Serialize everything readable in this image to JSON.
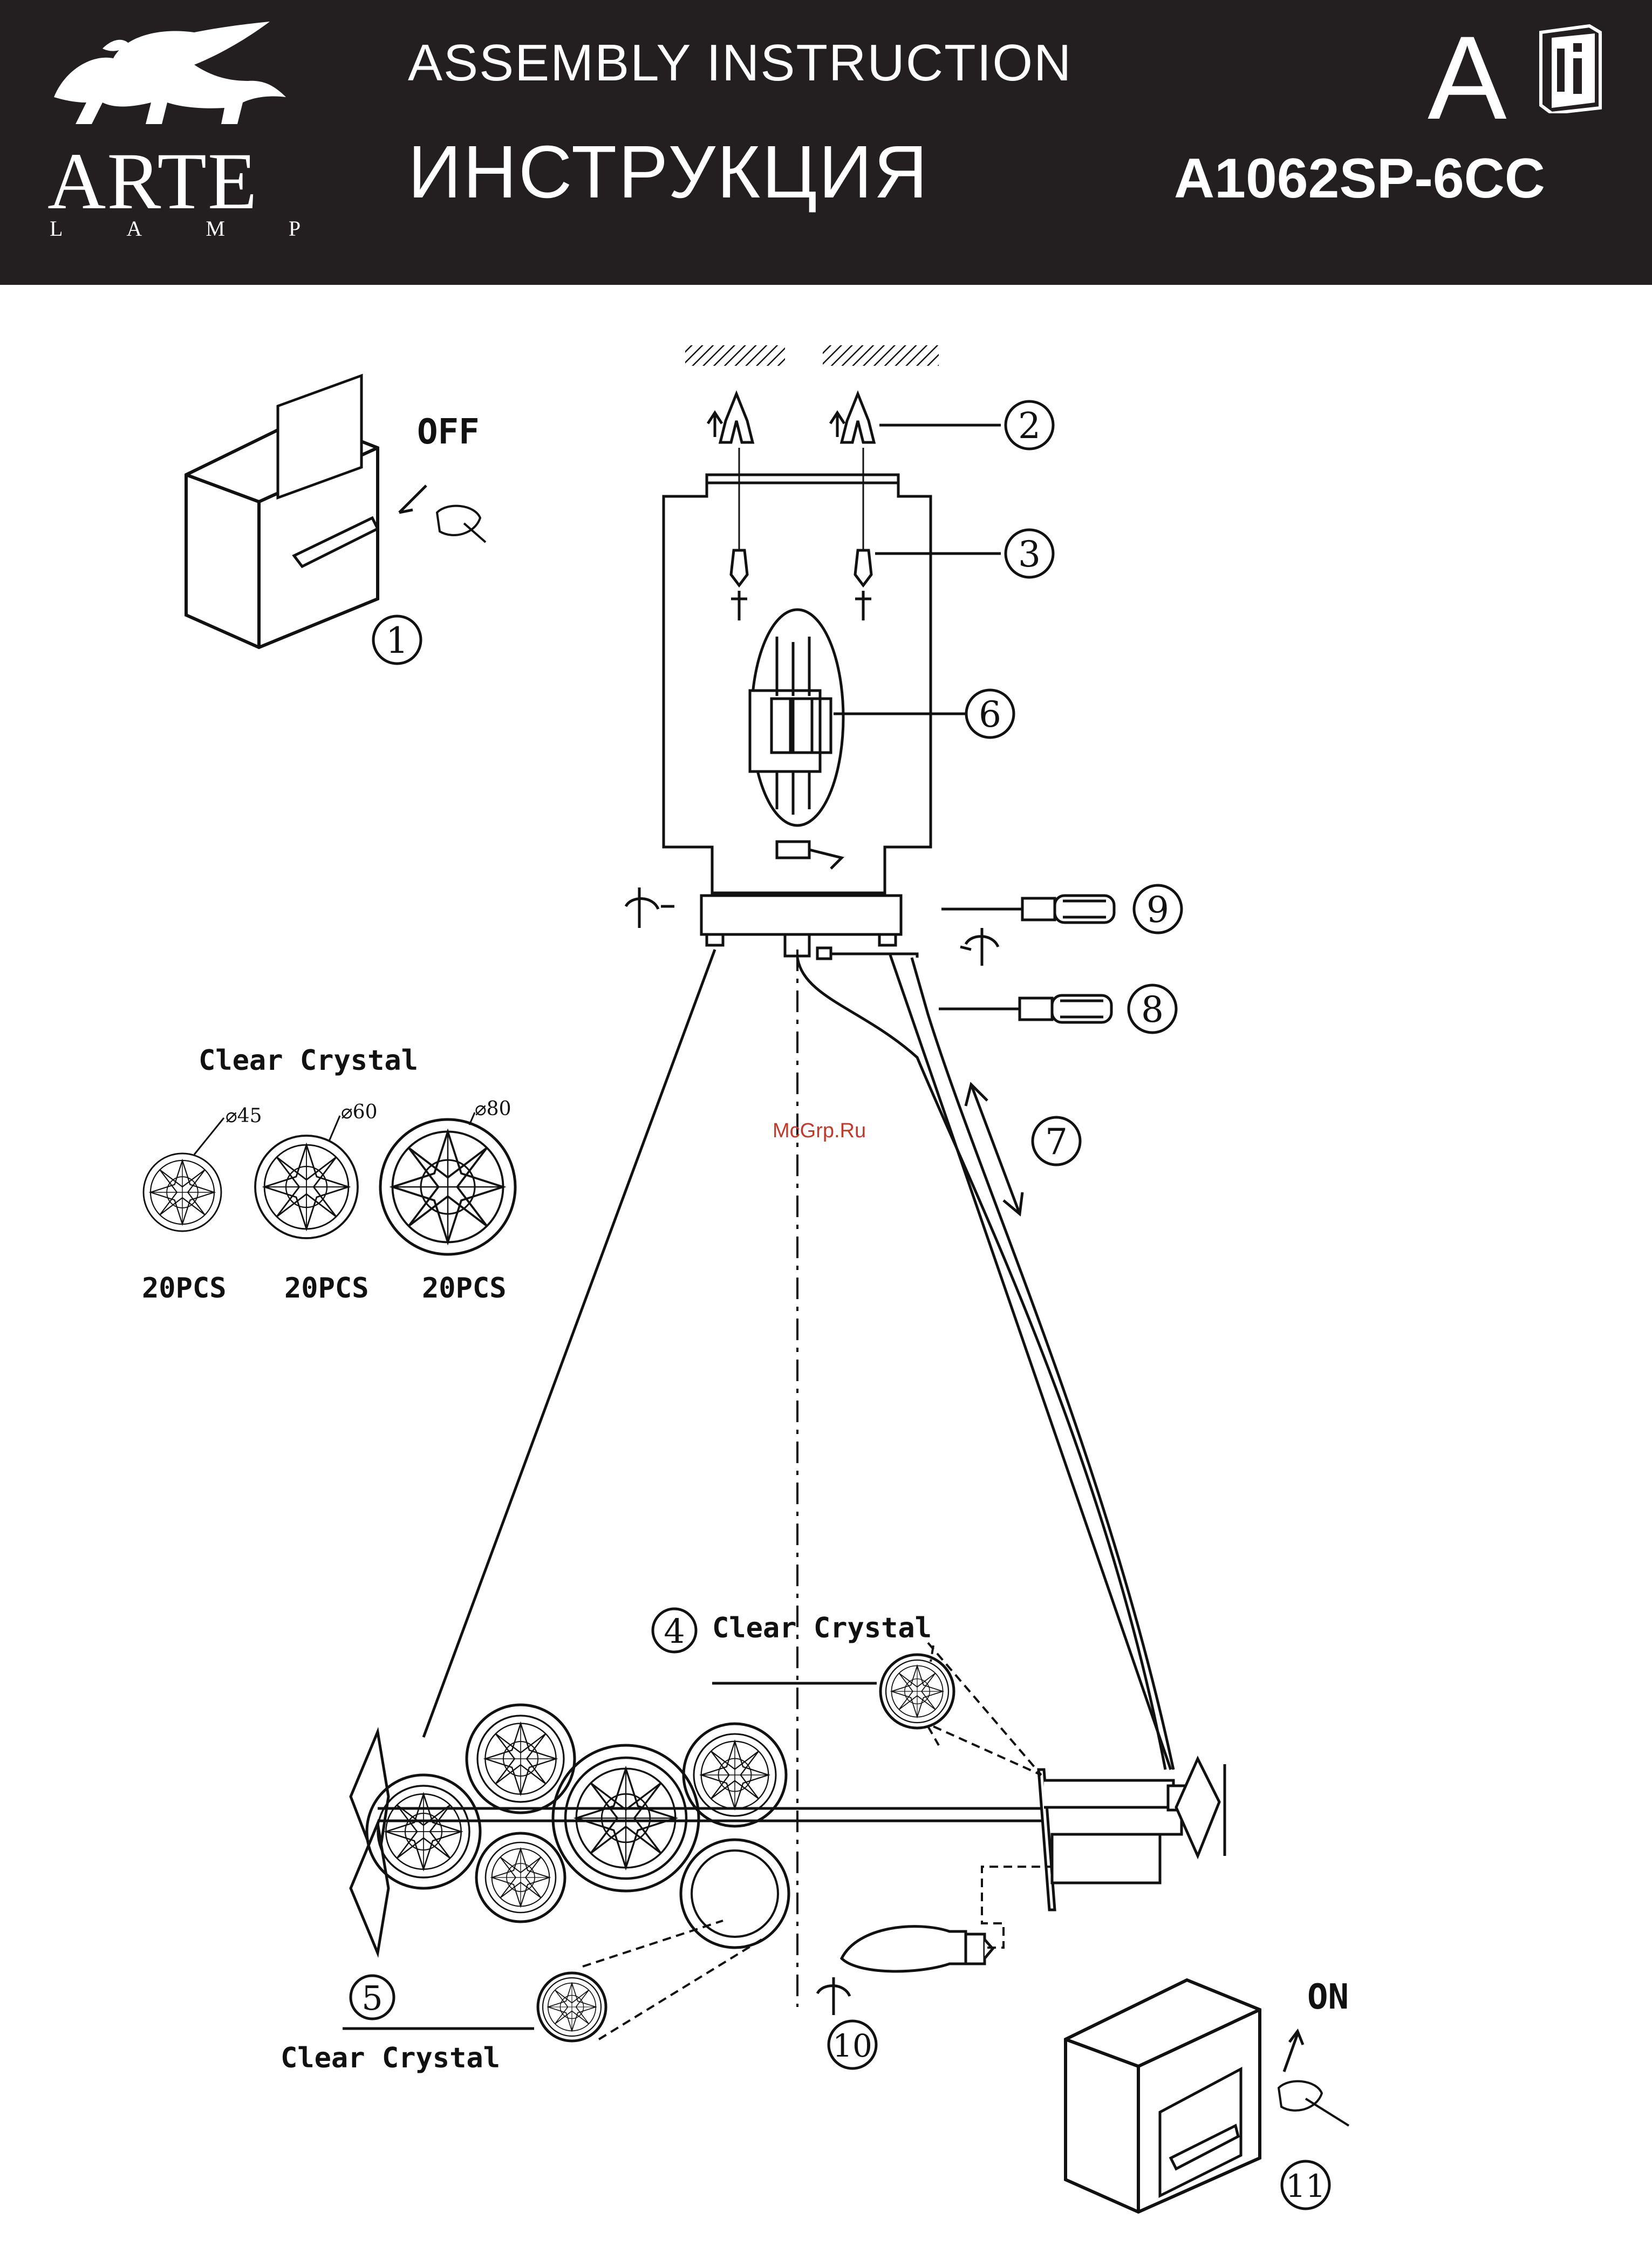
{
  "header": {
    "title_en": "ASSEMBLY  INSTRUCTION",
    "title_ru": "ИНСТРУКЦИЯ",
    "model": "A1062SP-6CC",
    "category_letter": "A",
    "brand": {
      "name": "ARTE",
      "sub": "LAMP"
    },
    "info_icon": "manual-info-icon",
    "colors": {
      "header_bg": "#231f20",
      "header_text": "#ffffff",
      "line": "#111111"
    }
  },
  "switches": {
    "off_label": "OFF",
    "on_label": "ON"
  },
  "steps": [
    "1",
    "2",
    "3",
    "4",
    "5",
    "6",
    "7",
    "8",
    "9",
    "10",
    "11"
  ],
  "crystals": {
    "heading": "Clear Crystal",
    "items": [
      {
        "size": "⌀45",
        "qty": "20PCS"
      },
      {
        "size": "⌀60",
        "qty": "20PCS"
      },
      {
        "size": "⌀80",
        "qty": "20PCS"
      }
    ]
  },
  "callouts": {
    "step4_label": "Clear Crystal",
    "step5_label": "Clear Crystal"
  },
  "watermark": "McGrp.Ru"
}
